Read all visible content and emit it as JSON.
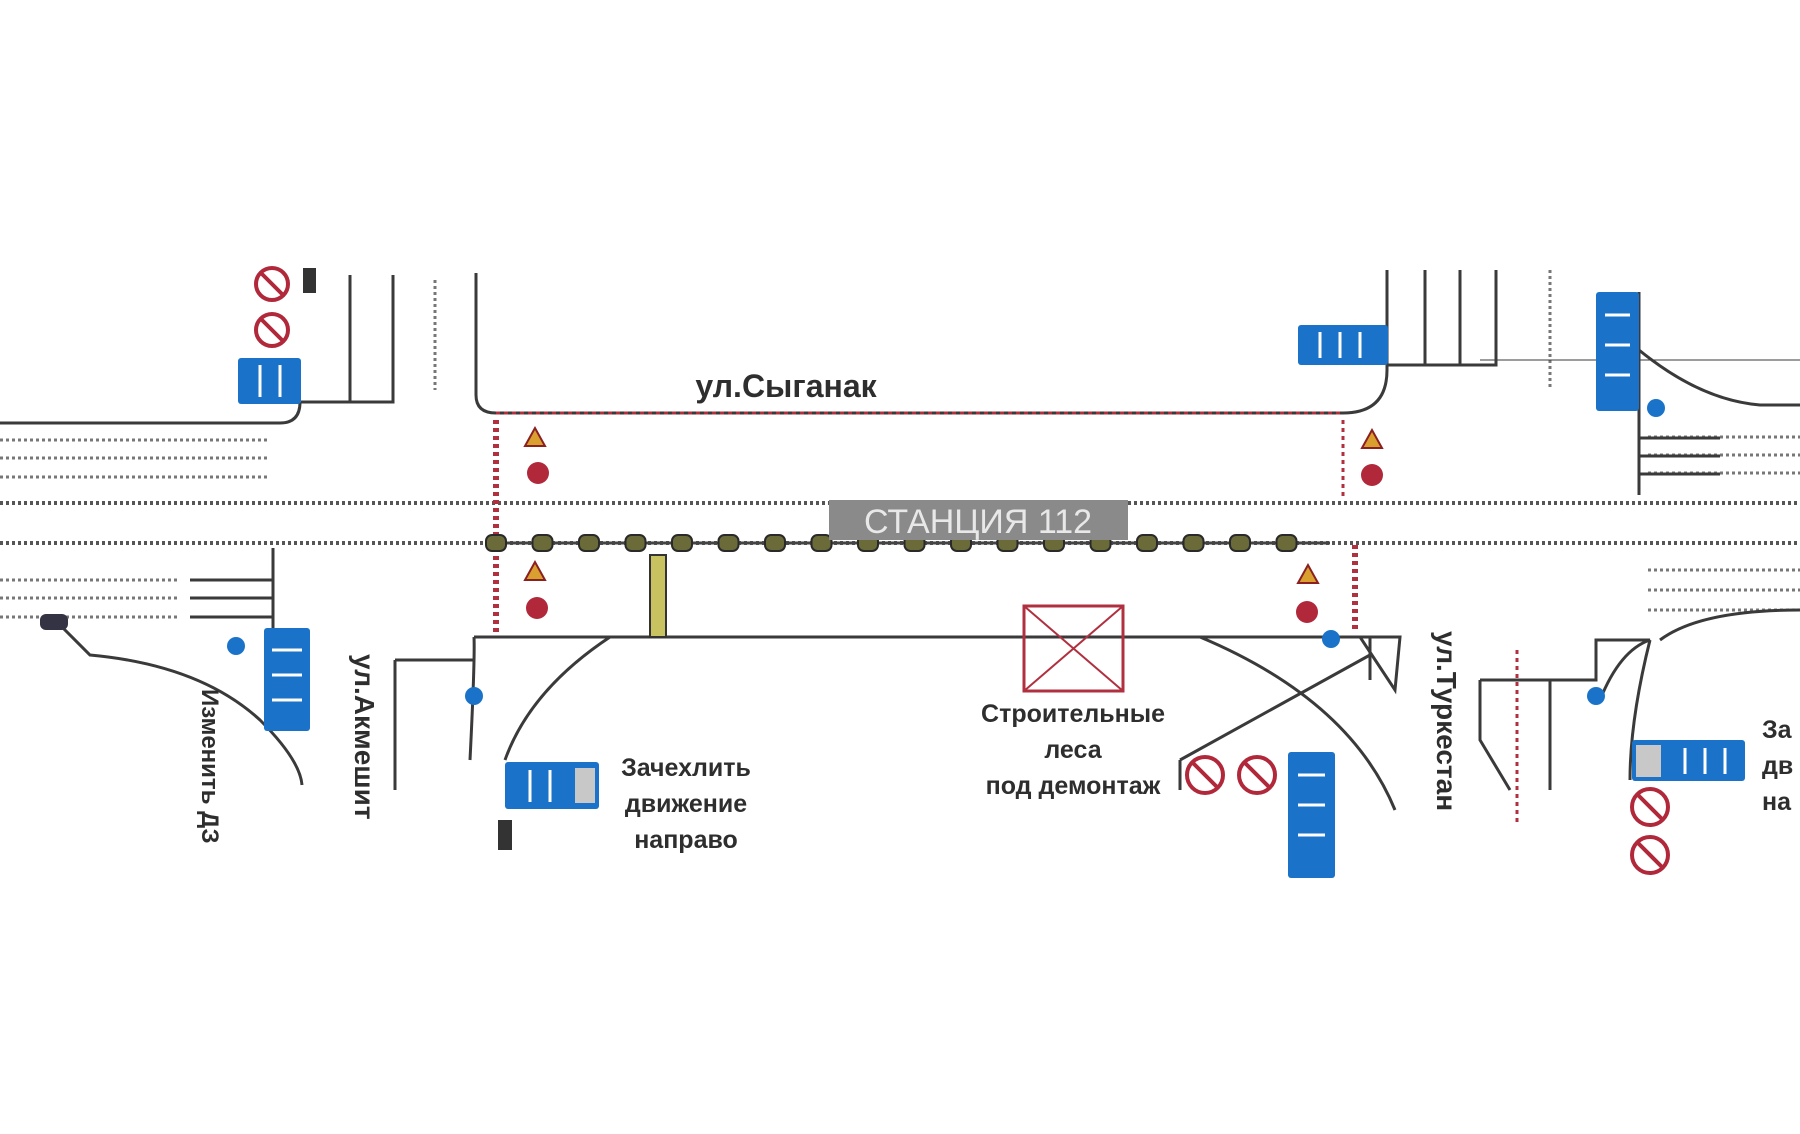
{
  "streets": {
    "north": "ул.Сыганак",
    "west_side": "ул.Акмешит",
    "east_side": "ул.Туркестан"
  },
  "station_label": "СТАНЦИЯ 112",
  "notes": {
    "change_signs": "Изменить ДЗ",
    "cover_right_1": "Зачехлить",
    "cover_right_2": "движение",
    "cover_right_3": "направо",
    "scaffold_1": "Строительные",
    "scaffold_2": "леса",
    "scaffold_3": "под демонтаж",
    "right_cut_1": "За",
    "right_cut_2": "дв",
    "right_cut_3": "на"
  },
  "colors": {
    "sign_blue": "#1a73c8",
    "prohibition_red": "#b0283a",
    "station_gray": "#8a8a8a"
  }
}
